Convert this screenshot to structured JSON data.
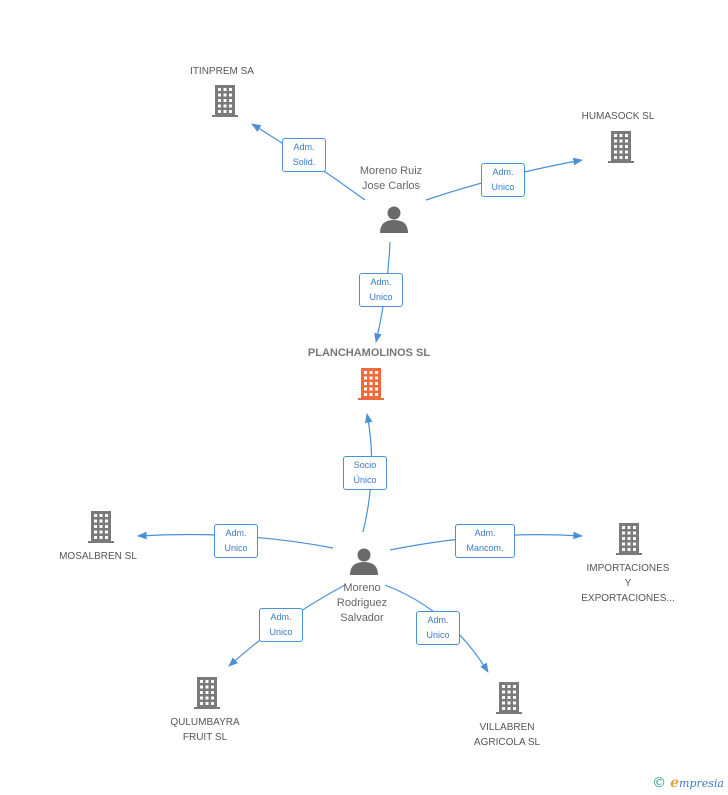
{
  "colors": {
    "edge": "#4a90d9",
    "company": "#7a7a7a",
    "center_company": "#f06a3a",
    "person": "#6a6a6a"
  },
  "nodes": {
    "center": {
      "label": "PLANCHAMOLINOS SL",
      "icon": "building-icon"
    },
    "itinprem": {
      "lines": [
        "ITINPREM SA"
      ],
      "icon": "building-icon"
    },
    "humasock": {
      "lines": [
        "HUMASOCK SL"
      ],
      "icon": "building-icon"
    },
    "moreno_ruiz": {
      "lines": [
        "Moreno Ruiz",
        "Jose Carlos"
      ],
      "icon": "person-icon"
    },
    "moreno_rodriguez": {
      "lines": [
        "Moreno",
        "Rodriguez",
        "Salvador"
      ],
      "icon": "person-icon"
    },
    "mosalbren": {
      "lines": [
        "MOSALBREN SL"
      ],
      "icon": "building-icon"
    },
    "importaciones": {
      "lines": [
        "IMPORTACIONES",
        "Y",
        "EXPORTACIONES..."
      ],
      "icon": "building-icon"
    },
    "qulumbayra": {
      "lines": [
        "QULUMBAYRA",
        "FRUIT SL"
      ],
      "icon": "building-icon"
    },
    "villabren": {
      "lines": [
        "VILLABREN",
        "AGRICOLA SL"
      ],
      "icon": "building-icon"
    }
  },
  "edges": {
    "e1": [
      "Adm.",
      "Solid."
    ],
    "e2": [
      "Adm.",
      "Unico"
    ],
    "e3": [
      "Adm.",
      "Unico"
    ],
    "e4": [
      "Socio",
      "Único"
    ],
    "e5": [
      "Adm.",
      "Unico"
    ],
    "e6": [
      "Adm.",
      "Mancom."
    ],
    "e7": [
      "Adm.",
      "Unico"
    ],
    "e8": [
      "Adm.",
      "Unico"
    ]
  },
  "brand": {
    "copyright": "©",
    "initial": "e",
    "rest": "mpresia"
  }
}
